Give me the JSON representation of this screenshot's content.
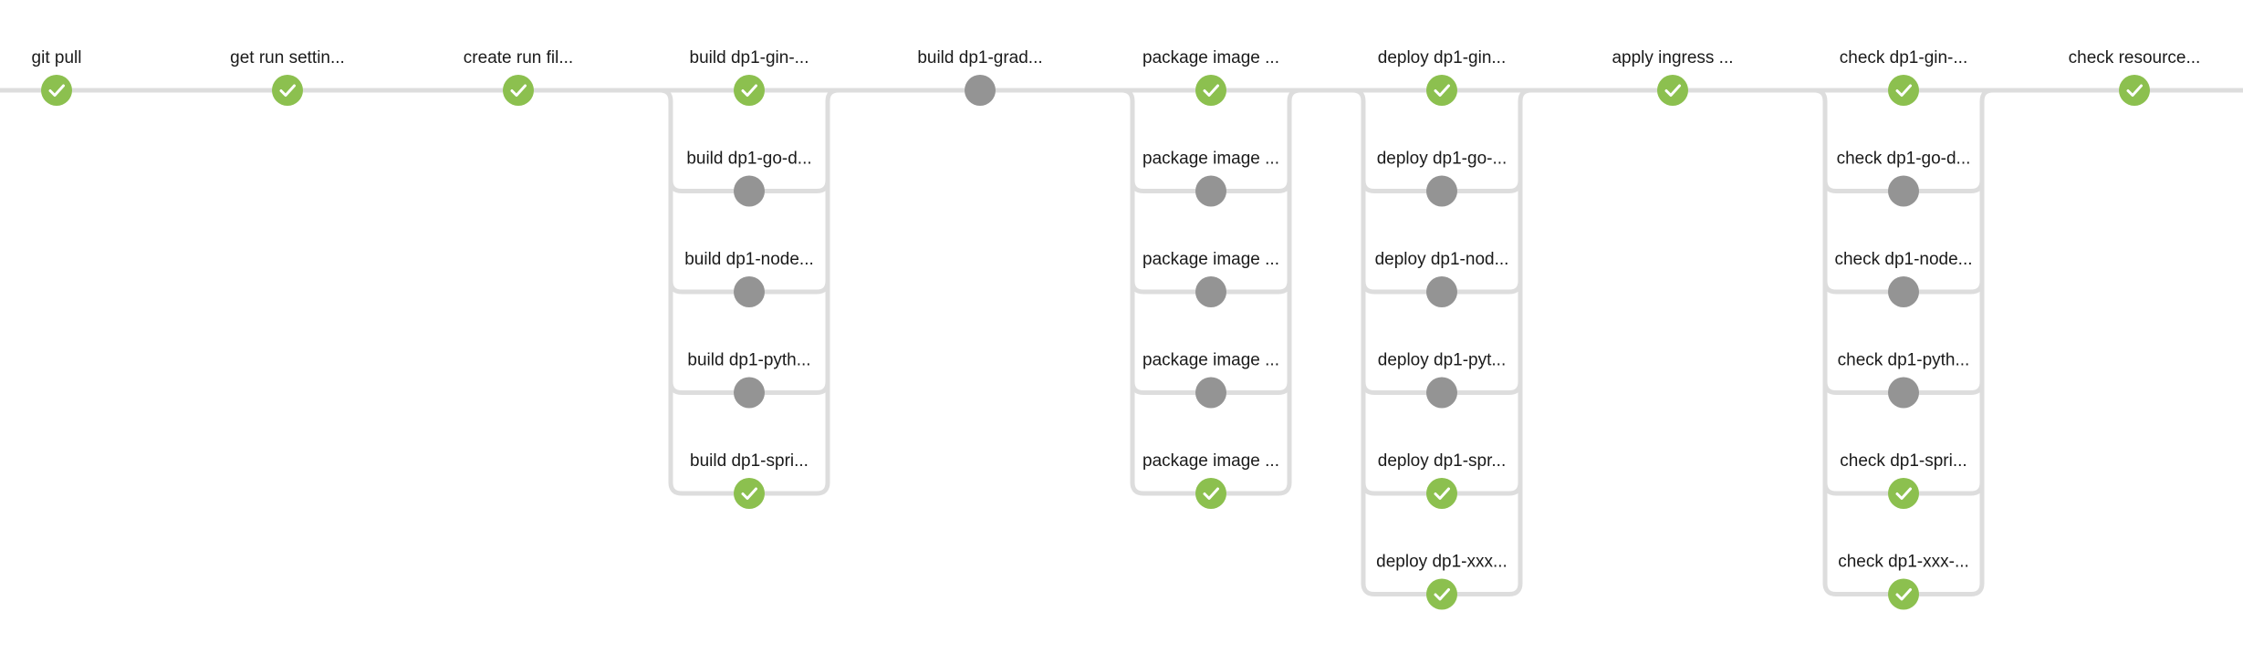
{
  "pipeline": {
    "stages": [
      {
        "nodes": [
          {
            "label": "git pull",
            "status": "success",
            "icon": "check-icon"
          }
        ]
      },
      {
        "nodes": [
          {
            "label": "get run settin...",
            "status": "success",
            "icon": "check-icon"
          }
        ]
      },
      {
        "nodes": [
          {
            "label": "create run fil...",
            "status": "success",
            "icon": "check-icon"
          }
        ]
      },
      {
        "nodes": [
          {
            "label": "build dp1-gin-...",
            "status": "success",
            "icon": "check-icon"
          },
          {
            "label": "build dp1-go-d...",
            "status": "skipped"
          },
          {
            "label": "build dp1-node...",
            "status": "skipped"
          },
          {
            "label": "build dp1-pyth...",
            "status": "skipped"
          },
          {
            "label": "build dp1-spri...",
            "status": "success",
            "icon": "check-icon"
          }
        ]
      },
      {
        "nodes": [
          {
            "label": "build dp1-grad...",
            "status": "skipped"
          }
        ]
      },
      {
        "nodes": [
          {
            "label": "package image ...",
            "status": "success",
            "icon": "check-icon"
          },
          {
            "label": "package image ...",
            "status": "skipped"
          },
          {
            "label": "package image ...",
            "status": "skipped"
          },
          {
            "label": "package image ...",
            "status": "skipped"
          },
          {
            "label": "package image ...",
            "status": "success",
            "icon": "check-icon"
          }
        ]
      },
      {
        "nodes": [
          {
            "label": "deploy dp1-gin...",
            "status": "success",
            "icon": "check-icon"
          },
          {
            "label": "deploy dp1-go-...",
            "status": "skipped"
          },
          {
            "label": "deploy dp1-nod...",
            "status": "skipped"
          },
          {
            "label": "deploy dp1-pyt...",
            "status": "skipped"
          },
          {
            "label": "deploy dp1-spr...",
            "status": "success",
            "icon": "check-icon"
          },
          {
            "label": "deploy dp1-xxx...",
            "status": "success",
            "icon": "check-icon"
          }
        ]
      },
      {
        "nodes": [
          {
            "label": "apply ingress ...",
            "status": "success",
            "icon": "check-icon"
          }
        ]
      },
      {
        "nodes": [
          {
            "label": "check dp1-gin-...",
            "status": "success",
            "icon": "check-icon"
          },
          {
            "label": "check dp1-go-d...",
            "status": "skipped"
          },
          {
            "label": "check dp1-node...",
            "status": "skipped"
          },
          {
            "label": "check dp1-pyth...",
            "status": "skipped"
          },
          {
            "label": "check dp1-spri...",
            "status": "success",
            "icon": "check-icon"
          },
          {
            "label": "check dp1-xxx-...",
            "status": "success",
            "icon": "check-icon"
          }
        ]
      },
      {
        "nodes": [
          {
            "label": "check resource...",
            "status": "success",
            "icon": "check-icon"
          }
        ]
      }
    ]
  },
  "colors": {
    "success": "#8cc04f",
    "skipped": "#949494",
    "connector": "#dddddd",
    "label": "#1a1a1a"
  }
}
